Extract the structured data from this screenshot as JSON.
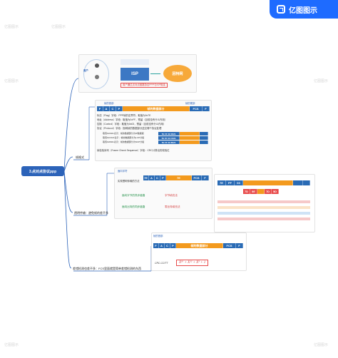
{
  "brand": {
    "name": "亿图图示"
  },
  "watermark": "亿图图示",
  "root": {
    "label": "3.点对点协议ppp"
  },
  "branches": {
    "frame_format": "帧格式",
    "transparent": "透明传输：避免帧的差不多",
    "error_detect": "差错检测也差不多：FCS里面就是简单差错检测的东西"
  },
  "isp_card": {
    "side_label": "用户",
    "isp": "ISP",
    "internet": "因特网",
    "caption": "用户通过点对点链路协议PPP与ISP相连"
  },
  "frame_card": {
    "header_label": "帧的首部",
    "trailer_label": "帧的尾部",
    "fields": [
      "F",
      "A",
      "C",
      "P",
      "帧的数据部分",
      "FCS",
      "F"
    ],
    "desc": [
      "标志（Flag）字段：PPP帧的定界符，取值为0x7E",
      "地址（Address）字段：取值为0xFF，预留（目前没有什么作用）",
      "控制（Control）字段：取值为0x03，预留（目前没有什么作用）",
      "协议（Protocol）字段：指明帧的数据部分送交哪个协议处理",
      "取值0x0021表示：帧的数据部分为IP数据报",
      "取值0xC021表示：帧的数据部分为LCP分组",
      "取值0x8021表示：帧的数据部分为NCP分组",
      "帧检验序列（Frame Check Sequence）字段：CRC计算出的校验位"
    ],
    "example_rows": [
      "7E FF 03 0021",
      "7E FF 03 C021",
      "7E FF 03 8021"
    ]
  },
  "transparent_card": {
    "left_labels": [
      "面向字符",
      "实现透明传输的方法",
      "面向字节的异步链路",
      "面向比特的同步链路"
    ],
    "method_labels": [
      "字节填充法",
      "零比特填充法"
    ],
    "frame_fields": [
      "7E",
      "A",
      "C",
      "P",
      "7E",
      "FCS",
      "F"
    ],
    "escape_fields": [
      "7E",
      "FF",
      "03",
      "7D",
      "5E",
      "7D",
      "5D"
    ]
  },
  "error_card": {
    "title": "帧的首部",
    "fields": [
      "F",
      "A",
      "C",
      "P",
      "帧的数据部分",
      "FCS",
      "F"
    ],
    "formula_label": "CRC-CCITT",
    "formula": "X¹⁶ + X¹² + X⁵ + 1"
  }
}
